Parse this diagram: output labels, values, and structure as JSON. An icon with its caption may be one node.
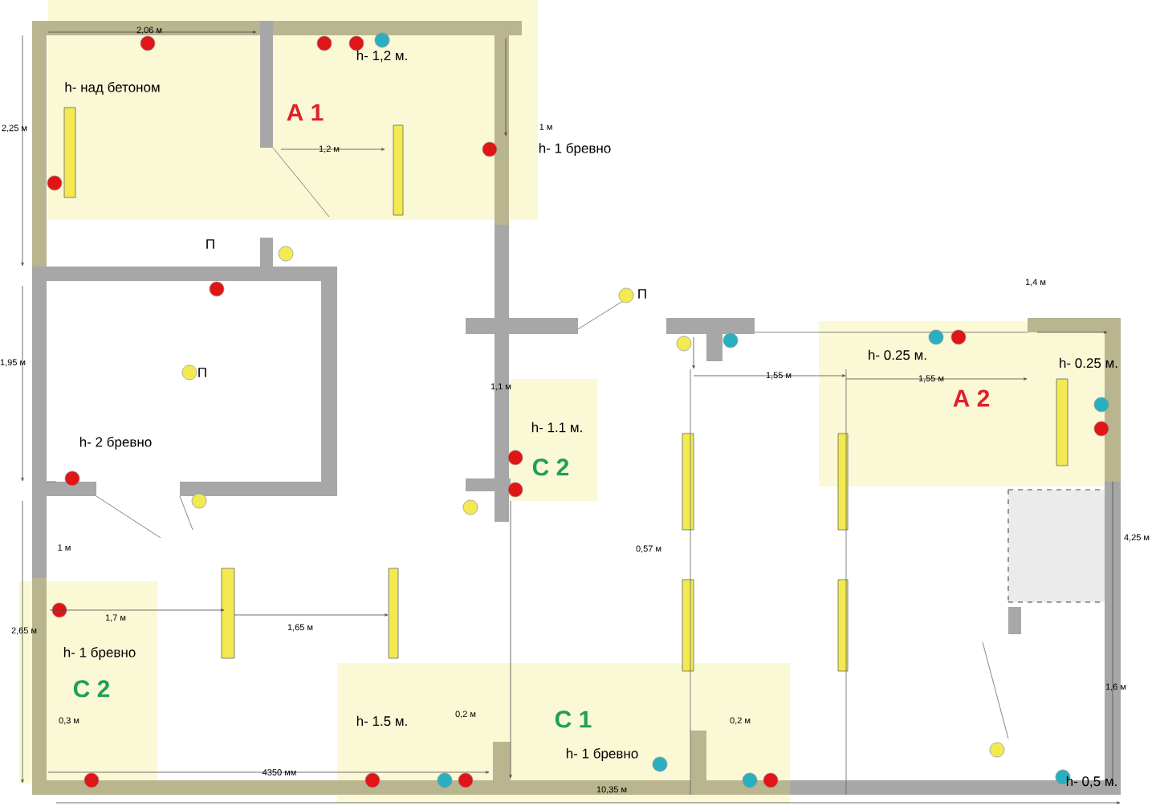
{
  "diagram": {
    "labels": [
      "2,06 м",
      "h- 1,2 м.",
      "h- над бетоном",
      "А 1",
      "2,25 м",
      "1,2 м",
      "1 м",
      "h- 1 бревно",
      "П",
      "1,4 м",
      "П",
      "П",
      "h- 0.25 м.",
      "h- 0.25 м.",
      "1,55 м",
      "1,55 м",
      "1,95 м",
      "1,1 м",
      "А 2",
      "h- 1.1 м.",
      "h- 2 бревно",
      "С 2",
      "4,25 м",
      "1 м",
      "0,57 м",
      "1,7 м",
      "2,65 м",
      "1,65 м",
      "h- 1 бревно",
      "С 2",
      "1,6 м",
      "h- 1.5 м.",
      "С 1",
      "0,2 м",
      "h- 1 бревно",
      "0,3 м",
      "0,2 м",
      "4350 мм",
      "10,35 м",
      "h- 0,5 м."
    ]
  }
}
